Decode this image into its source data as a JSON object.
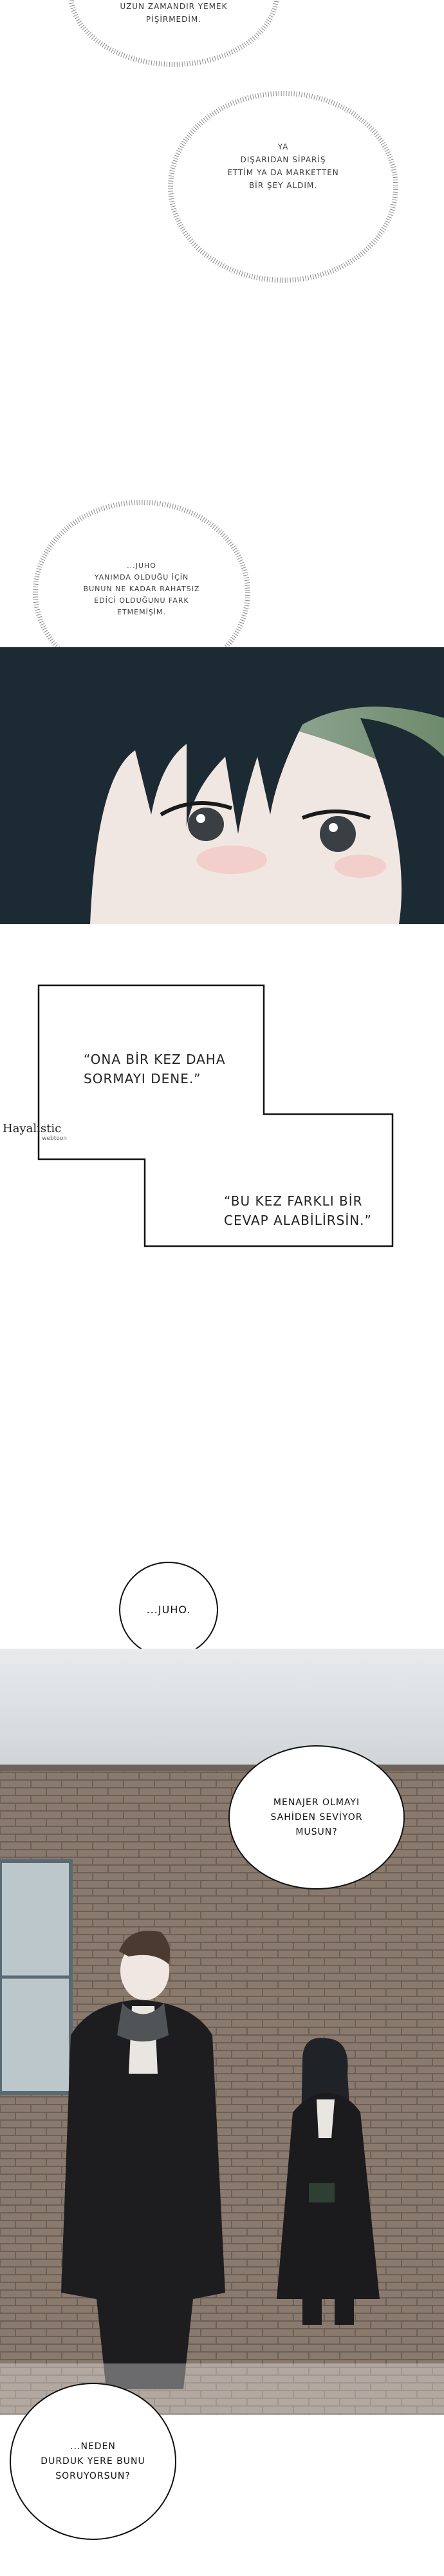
{
  "bubbles": {
    "thought1": "UZUN ZAMANDIR YEMEK\nPİŞİRMEDİM.",
    "thought2": "YA\nDIŞARIDAN SİPARİŞ\nETTİM YA DA MARKETTEN\nBİR ŞEY ALDIM.",
    "thought3": "...JUHO\nYANIMDA OLDUĞU İÇİN\nBUNUN NE KADAR RAHATSIZ\nEDİCİ OLDUĞUNU FARK\nETMEMİŞİM."
  },
  "narration": {
    "line1": "“ONA BİR KEZ DAHA\nSORMAYI DENE.”",
    "line2": "“BU KEZ FARKLI BİR\nCEVAP ALABİLİRSİN.”"
  },
  "watermark": {
    "name": "Hayalistic",
    "sub": "webtoon"
  },
  "speech": {
    "s1": "...JUHO.",
    "s2": "MENAJER OLMAYI\nSAHİDEN SEVİYOR\nMUSUN?",
    "s3": "...NEDEN\nDURDUK YERE BUNU\nSORUYORSUN?"
  },
  "colors": {
    "panel_hair": "#1c2a34",
    "brick": "#8a7a6e",
    "sky": "#d9dde0"
  }
}
